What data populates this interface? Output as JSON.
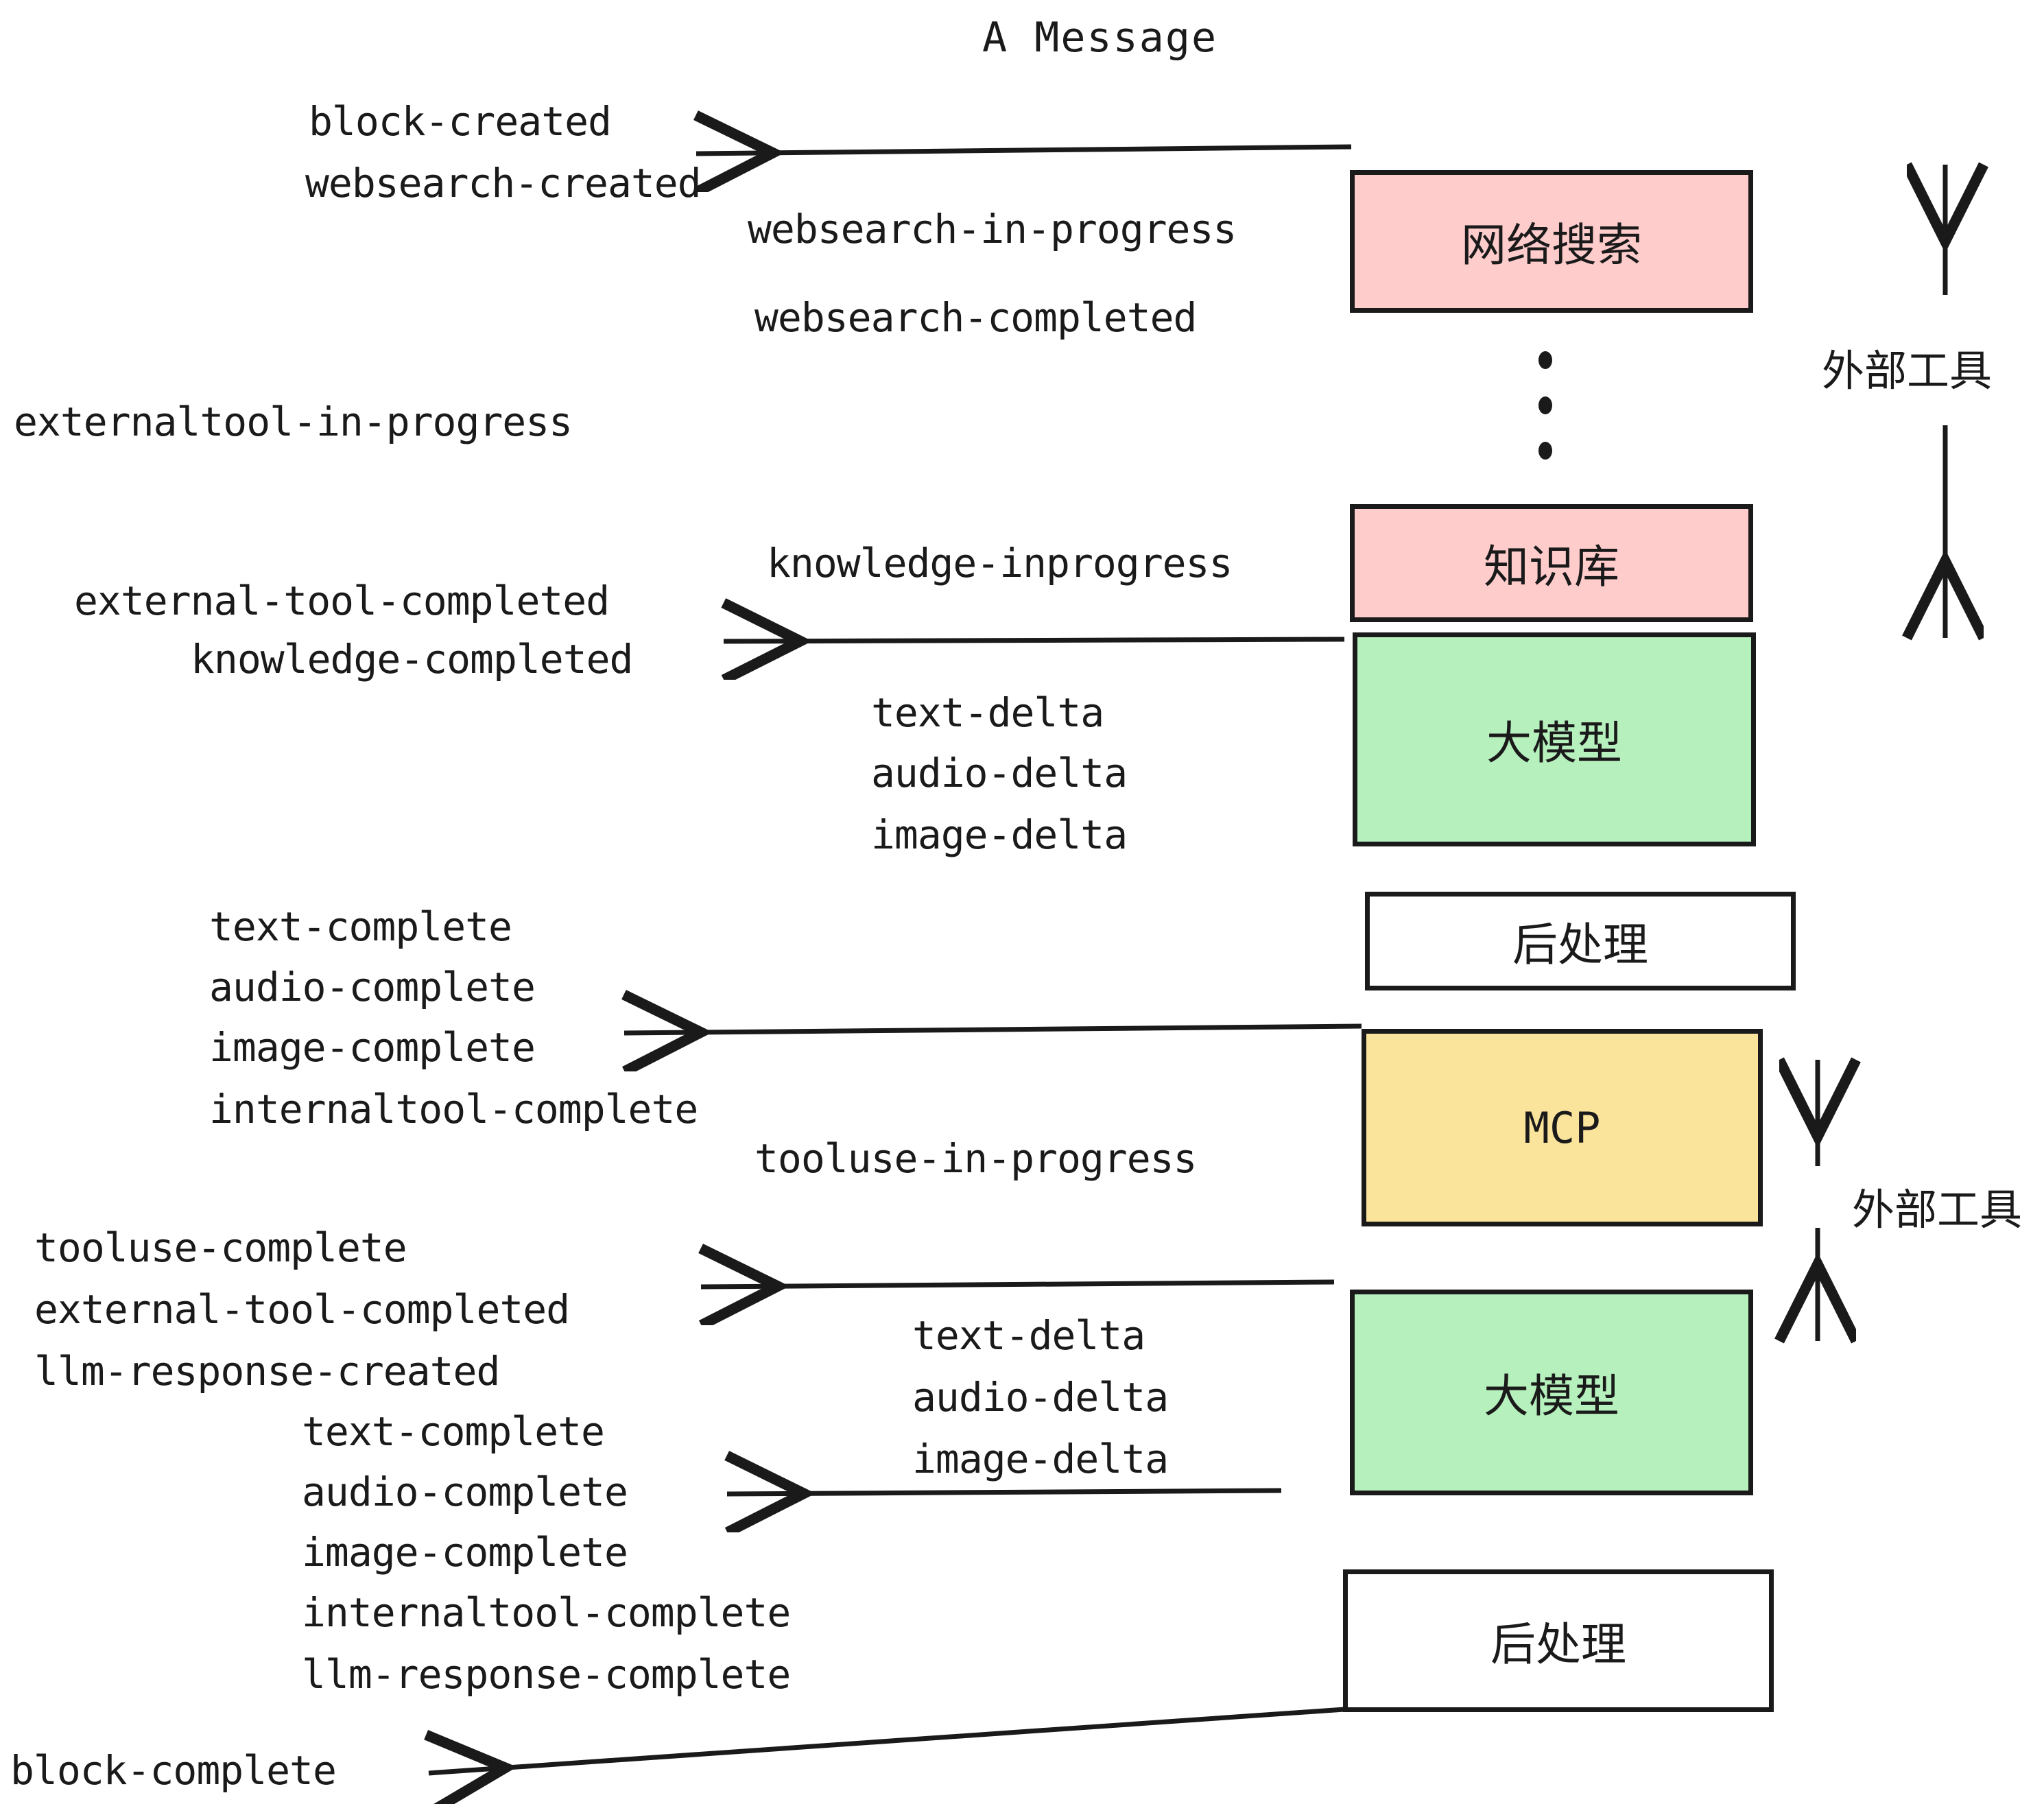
{
  "title": "A Message",
  "colors": {
    "pink": "#FFCCCC",
    "green": "#B6F0BD",
    "yellow": "#FAE49C",
    "white": "#FFFFFF",
    "stroke": "#1A1A1A"
  },
  "boxes": [
    {
      "id": "websearch",
      "label": "网络搜索",
      "fill": "#FFCCCC",
      "mono": false
    },
    {
      "id": "knowledge",
      "label": "知识库",
      "fill": "#FFCCCC",
      "mono": false
    },
    {
      "id": "llm-1",
      "label": "大模型",
      "fill": "#B6F0BD",
      "mono": false
    },
    {
      "id": "postprocess-1",
      "label": "后处理",
      "fill": "#FFFFFF",
      "mono": false
    },
    {
      "id": "mcp",
      "label": "MCP",
      "fill": "#FAE49C",
      "mono": true
    },
    {
      "id": "llm-2",
      "label": "大模型",
      "fill": "#B6F0BD",
      "mono": false
    },
    {
      "id": "postprocess-2",
      "label": "后处理",
      "fill": "#FFFFFF",
      "mono": false
    }
  ],
  "side_labels": [
    {
      "id": "external-tools-top",
      "text": "外部工具"
    },
    {
      "id": "external-tools-bottom",
      "text": "外部工具"
    }
  ],
  "events": [
    {
      "id": "block-created",
      "text": "block-created"
    },
    {
      "id": "websearch-created",
      "text": "websearch-created"
    },
    {
      "id": "websearch-in-progress",
      "text": "websearch-in-progress"
    },
    {
      "id": "websearch-completed",
      "text": "websearch-completed"
    },
    {
      "id": "externaltool-in-progress",
      "text": "externaltool-in-progress"
    },
    {
      "id": "knowledge-inprogress",
      "text": "knowledge-inprogress"
    },
    {
      "id": "external-tool-completed-1",
      "text": "external-tool-completed"
    },
    {
      "id": "knowledge-completed",
      "text": "knowledge-completed"
    },
    {
      "id": "text-delta-1",
      "text": "text-delta"
    },
    {
      "id": "audio-delta-1",
      "text": "audio-delta"
    },
    {
      "id": "image-delta-1",
      "text": "image-delta"
    },
    {
      "id": "text-complete-1",
      "text": "text-complete"
    },
    {
      "id": "audio-complete-1",
      "text": "audio-complete"
    },
    {
      "id": "image-complete-1",
      "text": "image-complete"
    },
    {
      "id": "internaltool-complete-1",
      "text": "internaltool-complete"
    },
    {
      "id": "tooluse-in-progress",
      "text": "tooluse-in-progress"
    },
    {
      "id": "tooluse-complete",
      "text": "tooluse-complete"
    },
    {
      "id": "external-tool-completed-2",
      "text": "external-tool-completed"
    },
    {
      "id": "llm-response-created",
      "text": "llm-response-created"
    },
    {
      "id": "text-complete-2",
      "text": "text-complete"
    },
    {
      "id": "audio-complete-2",
      "text": "audio-complete"
    },
    {
      "id": "image-complete-2",
      "text": "image-complete"
    },
    {
      "id": "internaltool-complete-2",
      "text": "internaltool-complete"
    },
    {
      "id": "llm-response-complete",
      "text": "llm-response-complete"
    },
    {
      "id": "text-delta-2",
      "text": "text-delta"
    },
    {
      "id": "audio-delta-2",
      "text": "audio-delta"
    },
    {
      "id": "image-delta-2",
      "text": "image-delta"
    },
    {
      "id": "block-complete",
      "text": "block-complete"
    }
  ]
}
